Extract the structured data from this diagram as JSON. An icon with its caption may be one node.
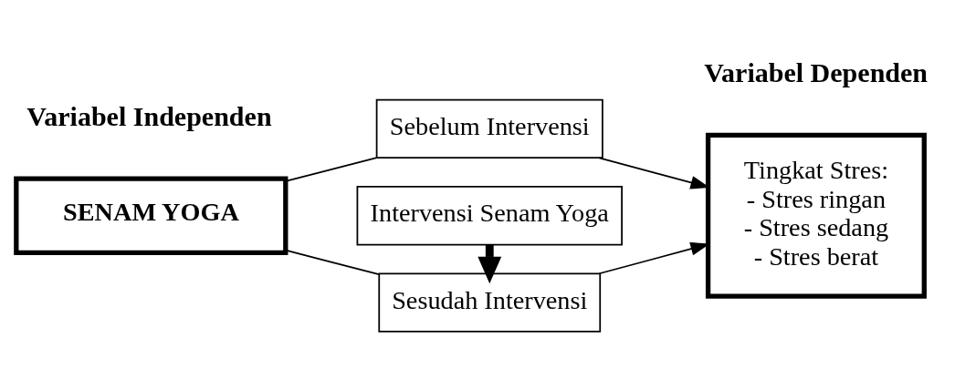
{
  "diagram": {
    "nodes": [
      {
        "text": [
          "SENAM YOGA"
        ]
      },
      {
        "text": [
          "Sebelum Intervensi"
        ]
      },
      {
        "text": [
          "Intervensi Senam Yoga"
        ]
      },
      {
        "text": [
          "Sesudah Intervensi"
        ]
      },
      {
        "text": [
          "Tingkat Stres:",
          "- Stres ringan",
          "- Stres sedang",
          "- Stres berat"
        ]
      }
    ],
    "edges": [
      {
        "from": 0,
        "to": 1,
        "arrow": "none"
      },
      {
        "from": 0,
        "to": 3,
        "arrow": "none"
      },
      {
        "from": 1,
        "to": 4,
        "arrow": "to"
      },
      {
        "from": 3,
        "to": 4,
        "arrow": "to"
      },
      {
        "from": 2,
        "to": 3,
        "arrow": "to",
        "style": "thick"
      }
    ],
    "labels": [
      "Variabel Independen",
      "Variabel Dependen"
    ]
  }
}
